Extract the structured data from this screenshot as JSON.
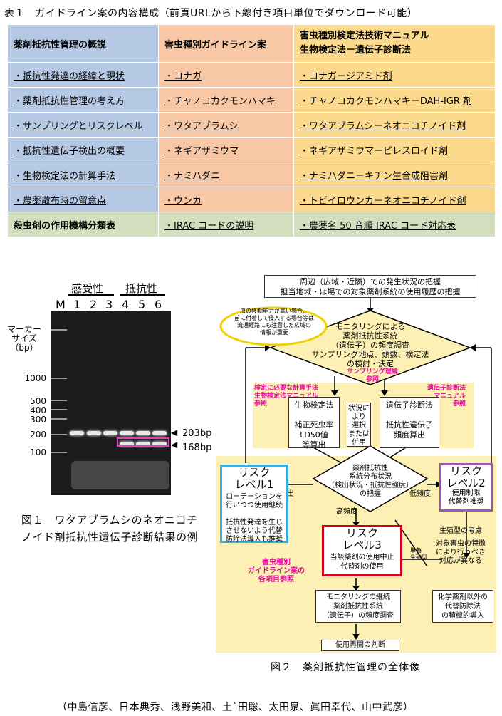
{
  "table": {
    "title": "表１　ガイドライン案の内容構成（前頁URLから下線付き項目単位でダウンロード可能）",
    "headers": [
      "薬剤抵抗性管理の概説",
      "害虫種別ガイドライン案",
      "害虫種別検定法技術マニュアル",
      "生物検定法－遺伝子診断法"
    ],
    "rows": [
      {
        "c1": "・抵抗性発達の経緯と現状",
        "c2": "・コナガ",
        "c3": "・コナガ－ジアミド剤"
      },
      {
        "c1": "・薬剤抵抗性管理の考え方",
        "c2": "・チャノコカクモンハマキ",
        "c3": "・チャノコカクモンハマキ－DAH-IGR 剤"
      },
      {
        "c1": "・サンプリングとリスクレベル",
        "c2": "・ワタアブラムシ",
        "c3": "・ワタアブラムシ－ネオニコチノイド剤"
      },
      {
        "c1": "・抵抗性遺伝子検出の概要",
        "c2": "・ネギアザミウマ",
        "c3": "・ネギアザミウマ－ピレスロイド剤"
      },
      {
        "c1": "・生物検定法の計算手法",
        "c2": "・ナミハダニ",
        "c3": "・ナミハダニ－キチン生合成阻害剤"
      },
      {
        "c1": "・農薬散布時の留意点",
        "c2": "・ウンカ",
        "c3": "・トビイロウンカ－ネオニコチノイド剤"
      }
    ],
    "last_row": {
      "c1": "殺虫剤の作用機構分類表",
      "c2": "・IRAC コードの説明",
      "c3": "・農薬名 50 音順 IRAC コード対応表"
    }
  },
  "gel": {
    "group_susceptible": "感受性",
    "group_resistant": "抵抗性",
    "lanes": [
      "M",
      "1",
      "2",
      "3",
      "4",
      "5",
      "6"
    ],
    "marker_label": "マーカー\nサイズ\n（bp）",
    "sizes": [
      "1000",
      "500",
      "400",
      "300",
      "200",
      "100"
    ],
    "band_203": "203bp",
    "band_168": "168bp"
  },
  "caption1": "図１　ワタアブラムシのネオニコチノイド剤抵抗性遺伝子診断結果の例",
  "flow": {
    "top_box": "周辺（広域・近隣）での発生状況の把握\n担当地域・ほ場での対象薬剤系統の使用履歴の把握",
    "note_bubble": "虫の移動能力が高い場合、\n苗に付着して侵入する場合等は\n流通経路にも注意した広域の\n情報が重要",
    "monitor": "モニタリングによる\n薬剤抵抗性系統\n（遺伝子）の頻度調査\nサンプリング地点、頭数、検定法\nの検討・決定",
    "sampling_ref": "サンプリング理論\n参照",
    "calc_ref": "検定に必要な計算手法\n生物検定法マニュアル\n参照",
    "gene_ref": "遺伝子診断法\nマニュアル\n参照",
    "bio_box": "生物検定法\n\n補正死虫率\nLD50値\n等算出",
    "choice_box": "状況に\nより\n選択\nまたは\n併用",
    "gene_box": "遺伝子診断法\n\n抵抗性遺伝子\n頻度算出",
    "dist": "薬剤抵抗性\n系統分布状況\n（検出状況・抵抗性強度）\nの把握",
    "undetected": "未検出",
    "low_freq": "低頻度",
    "high_freq": "高頻度",
    "risk1_title": "リスク\nレベル1",
    "risk1_body": "ローテーションを\n行いつつ使用継続\n\n抵抗性発達を生じ\nさせないよう代替\n防除法導入も推奨",
    "risk2_title": "リスク\nレベル2",
    "risk2_body": "使用制限\n代替剤推奨",
    "risk3_title": "リスク\nレベル3",
    "risk3_body": "当該薬剤の使用中止\n代替剤の使用",
    "guideline_ref": "害虫種別\nガイドライン案の\n各項目参照",
    "life_history": "生殖型の考慮",
    "pest_traits": "対象害虫の特徴\nにより行うべき\n対応が異なる",
    "single_type": "単為\n生殖型",
    "monitor2": "モニタリングの継続\n薬剤抵抗性系統\n（遺伝子）の頻度調査",
    "alt_control": "化学薬剤以外の\n代替防除法\nの積極的導入",
    "resume": "使用再開の判断"
  },
  "caption2": "図２　薬剤抵抗性管理の全体像",
  "authors": "（中島信彦、日本典秀、浅野美和、土`田聡、太田泉、眞田幸代、山中武彦）",
  "colors": {
    "blue": "#b6c9e4",
    "orange": "#f7c7a6",
    "yellow": "#fbd98d",
    "green": "#d3dfbf",
    "risk1": "#3aaee0",
    "risk2": "#9b59b6",
    "risk3": "#d0021b",
    "pink": "#e0109a"
  }
}
